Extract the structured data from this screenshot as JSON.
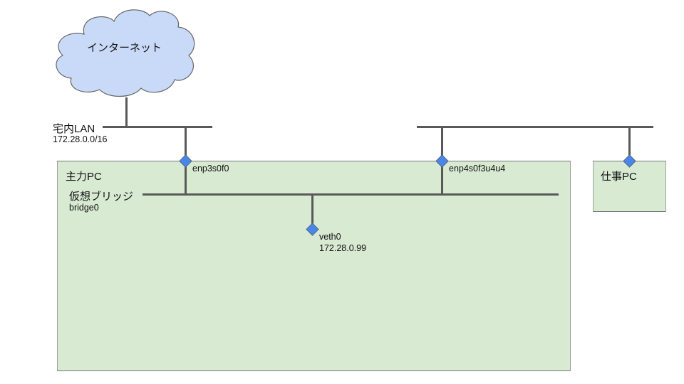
{
  "internet": {
    "label": "インターネット"
  },
  "home_lan": {
    "label": "宅内LAN",
    "subnet": "172.28.0.0/16"
  },
  "main_pc": {
    "label": "主力PC",
    "bridge": {
      "label": "仮想ブリッジ",
      "name": "bridge0"
    },
    "interfaces": [
      {
        "name": "enp3s0f0"
      },
      {
        "name": "enp4s0f3u4u4"
      },
      {
        "name": "veth0",
        "address": "172.28.0.99"
      }
    ]
  },
  "work_pc": {
    "label": "仕事PC"
  },
  "colors": {
    "pc_fill": "#d9ead3",
    "cloud_fill": "#c9daf8",
    "node_fill": "#4a86e8",
    "line": "#595959"
  }
}
